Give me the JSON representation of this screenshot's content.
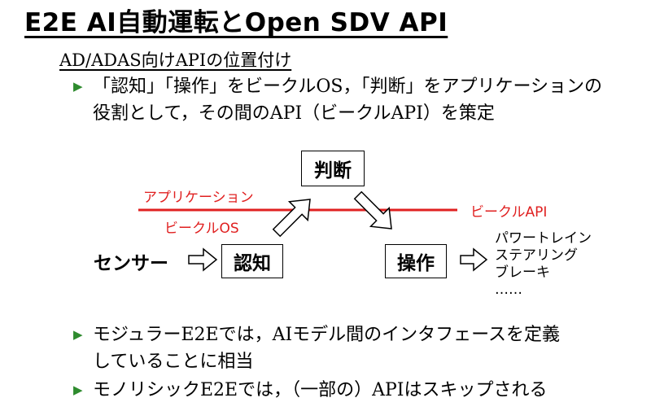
{
  "title": "E2E AI自動運転とOpen SDV API",
  "subtitle": "AD/ADAS向けAPIの位置付け",
  "bullets": [
    {
      "line1": "「認知」「操作」をビークルOS，「判断」をアプリケーションの",
      "line2": "役割として，その間のAPI（ビークルAPI）を策定"
    },
    {
      "line1": "モジュラーE2Eでは，AIモデル間のインタフェースを定義",
      "line2": "していることに相当"
    },
    {
      "line1": "モノリシックE2Eでは，（一部の）APIはスキップされる",
      "line2": ""
    }
  ],
  "diagram": {
    "judgment": "判断",
    "recognition": "認知",
    "operation": "操作",
    "sensor": "センサー",
    "app_label": "アプリケーション",
    "os_label": "ビークルOS",
    "api_label": "ビークルAPI",
    "outputs": [
      "パワートレイン",
      "ステアリング",
      "ブレーキ",
      "……"
    ],
    "line_color": "#e02020"
  }
}
